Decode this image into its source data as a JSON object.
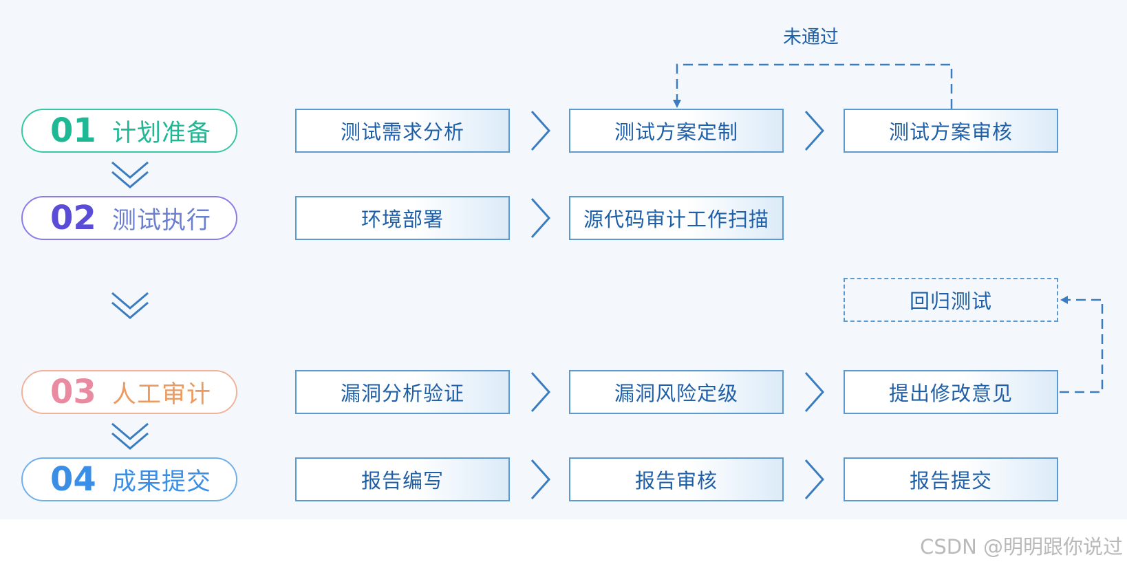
{
  "phases": [
    {
      "num": "01",
      "name": "计划准备",
      "color": "#2ec4a0"
    },
    {
      "num": "02",
      "name": "测试执行",
      "color": "#6a5ae0"
    },
    {
      "num": "03",
      "name": "人工审计",
      "color": "#e88aa0"
    },
    {
      "num": "04",
      "name": "成果提交",
      "color": "#3a8ee6"
    }
  ],
  "steps": {
    "row1": [
      "测试需求分析",
      "测试方案定制",
      "测试方案审核"
    ],
    "row2": [
      "环境部署",
      "源代码审计工作扫描"
    ],
    "row3": [
      "漏洞分析验证",
      "漏洞风险定级",
      "提出修改意见"
    ],
    "row4": [
      "报告编写",
      "报告审核",
      "报告提交"
    ]
  },
  "regression": "回归测试",
  "not_passed": "未通过",
  "watermark": "CSDN @明明跟你说过",
  "colors": {
    "accent": "#1e5fa8",
    "box_border": "#5b9ad0",
    "connector": "#3a7cc0"
  }
}
